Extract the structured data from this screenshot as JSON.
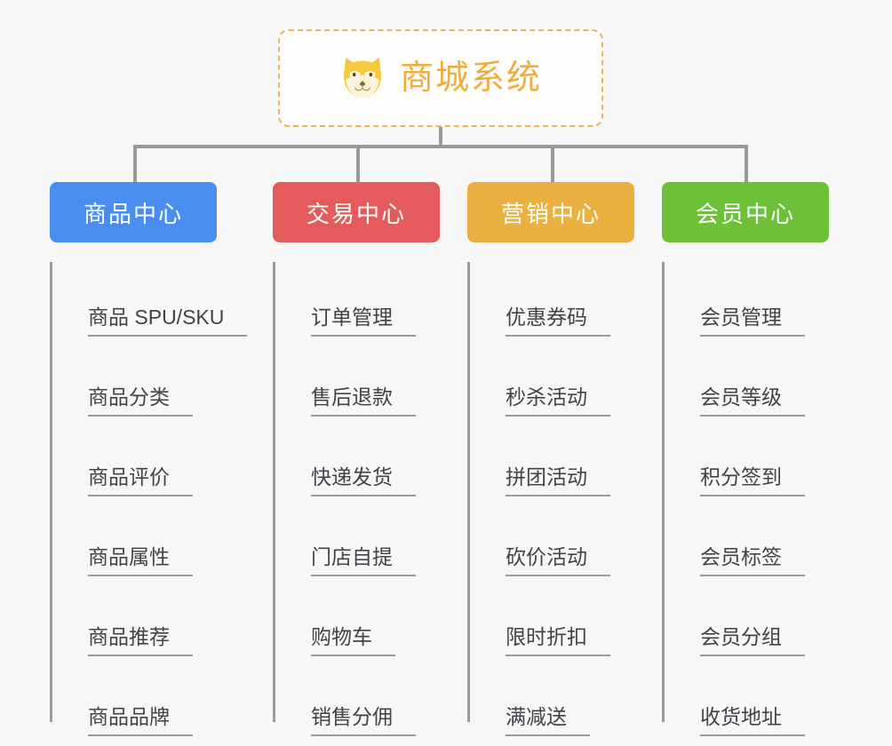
{
  "page": {
    "background_color": "#f7f7f7",
    "line_color": "#999999"
  },
  "root": {
    "title": "商城系统",
    "icon": "shiba-inu-mascot",
    "title_color": "#f0ad3e",
    "border_color": "#eab458"
  },
  "columns": [
    {
      "header": "商品中心",
      "color": "#4a8df0",
      "items": [
        "商品 SPU/SKU",
        "商品分类",
        "商品评价",
        "商品属性",
        "商品推荐",
        "商品品牌"
      ]
    },
    {
      "header": "交易中心",
      "color": "#e55b5b",
      "items": [
        "订单管理",
        "售后退款",
        "快递发货",
        "门店自提",
        "购物车",
        "销售分佣"
      ]
    },
    {
      "header": "营销中心",
      "color": "#eab040",
      "items": [
        "优惠券码",
        "秒杀活动",
        "拼团活动",
        "砍价活动",
        "限时折扣",
        "满减送"
      ]
    },
    {
      "header": "会员中心",
      "color": "#6cc139",
      "items": [
        "会员管理",
        "会员等级",
        "积分签到",
        "会员标签",
        "会员分组",
        "收货地址"
      ]
    }
  ]
}
